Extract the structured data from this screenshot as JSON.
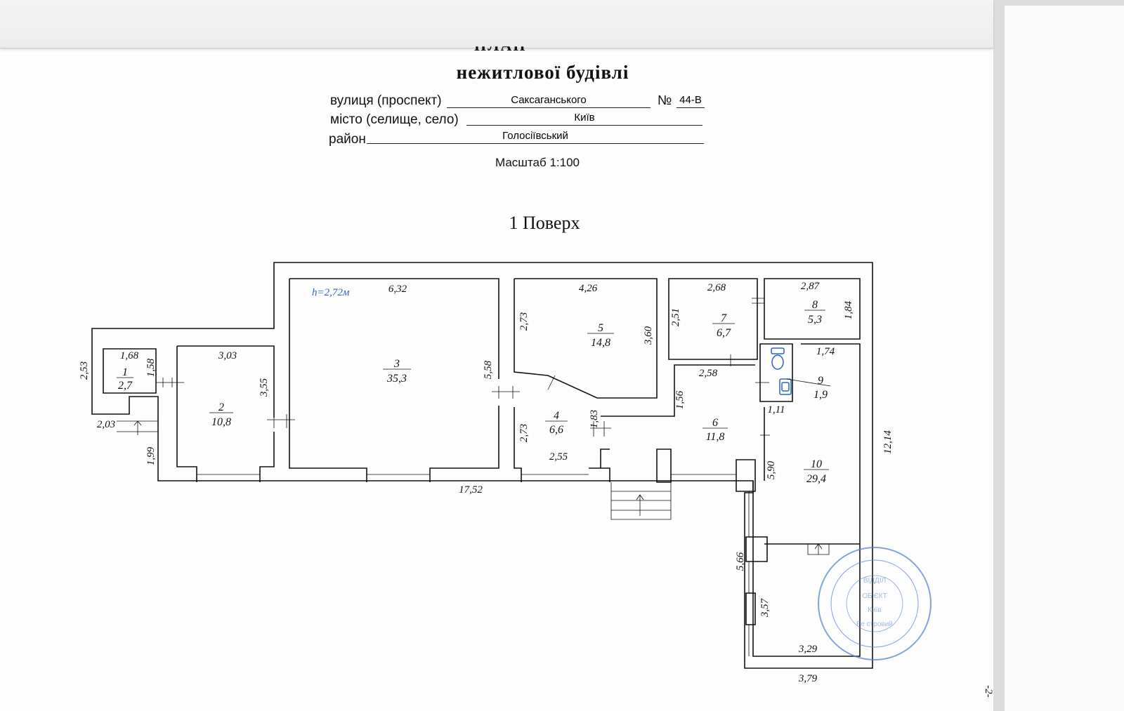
{
  "header": {
    "title_top": "ПЛАН",
    "title": "нежитлової будівлі",
    "street_label": "вулиця (проспект)",
    "street_value": "Саксаганського",
    "number_label": "№",
    "number_value": "44-В",
    "city_label": "місто (селище, село)",
    "city_value": "Київ",
    "district_label": "район",
    "district_value": "Голосіївський",
    "scale": "Масштаб 1:100"
  },
  "floor_title": "1 Поверх",
  "ceiling_height": "h=2,72м",
  "rooms": [
    {
      "number": "1",
      "area": "2,7"
    },
    {
      "number": "2",
      "area": "10,8"
    },
    {
      "number": "3",
      "area": "35,3"
    },
    {
      "number": "4",
      "area": "6,6"
    },
    {
      "number": "5",
      "area": "14,8"
    },
    {
      "number": "6",
      "area": "11,8"
    },
    {
      "number": "7",
      "area": "6,7"
    },
    {
      "number": "8",
      "area": "5,3"
    },
    {
      "number": "9",
      "area": "1,9"
    },
    {
      "number": "10",
      "area": "29,4"
    }
  ],
  "dimensions": {
    "d168": "1,68",
    "d158": "1,58",
    "d253": "2,53",
    "d203": "2,03",
    "d199": "1,99",
    "d303": "3,03",
    "d355": "3,55",
    "d632": "6,32",
    "d558": "5,58",
    "d426": "4,26",
    "d273a": "2,73",
    "d360": "3,60",
    "d273b": "2,73",
    "d183": "1,83",
    "d255": "2,55",
    "d268": "2,68",
    "d251": "2,51",
    "d287": "2,87",
    "d184": "1,84",
    "d258": "2,58",
    "d156": "1,56",
    "d174": "1,74",
    "d111": "1,11",
    "d590": "5,90",
    "d1214": "12,14",
    "d1752": "17,52",
    "d566": "5,66",
    "d357": "3,57",
    "d329": "3,29",
    "d379": "3,79"
  },
  "page_mark": "-2-",
  "stamp_lines": [
    "ВІДДІЛ",
    "ОБ'ЄКТ",
    "Київ",
    "Ре стровий"
  ],
  "colors": {
    "wall": "#111111",
    "annotation": "#2a63c8",
    "stamp": "#4d7fd0"
  }
}
